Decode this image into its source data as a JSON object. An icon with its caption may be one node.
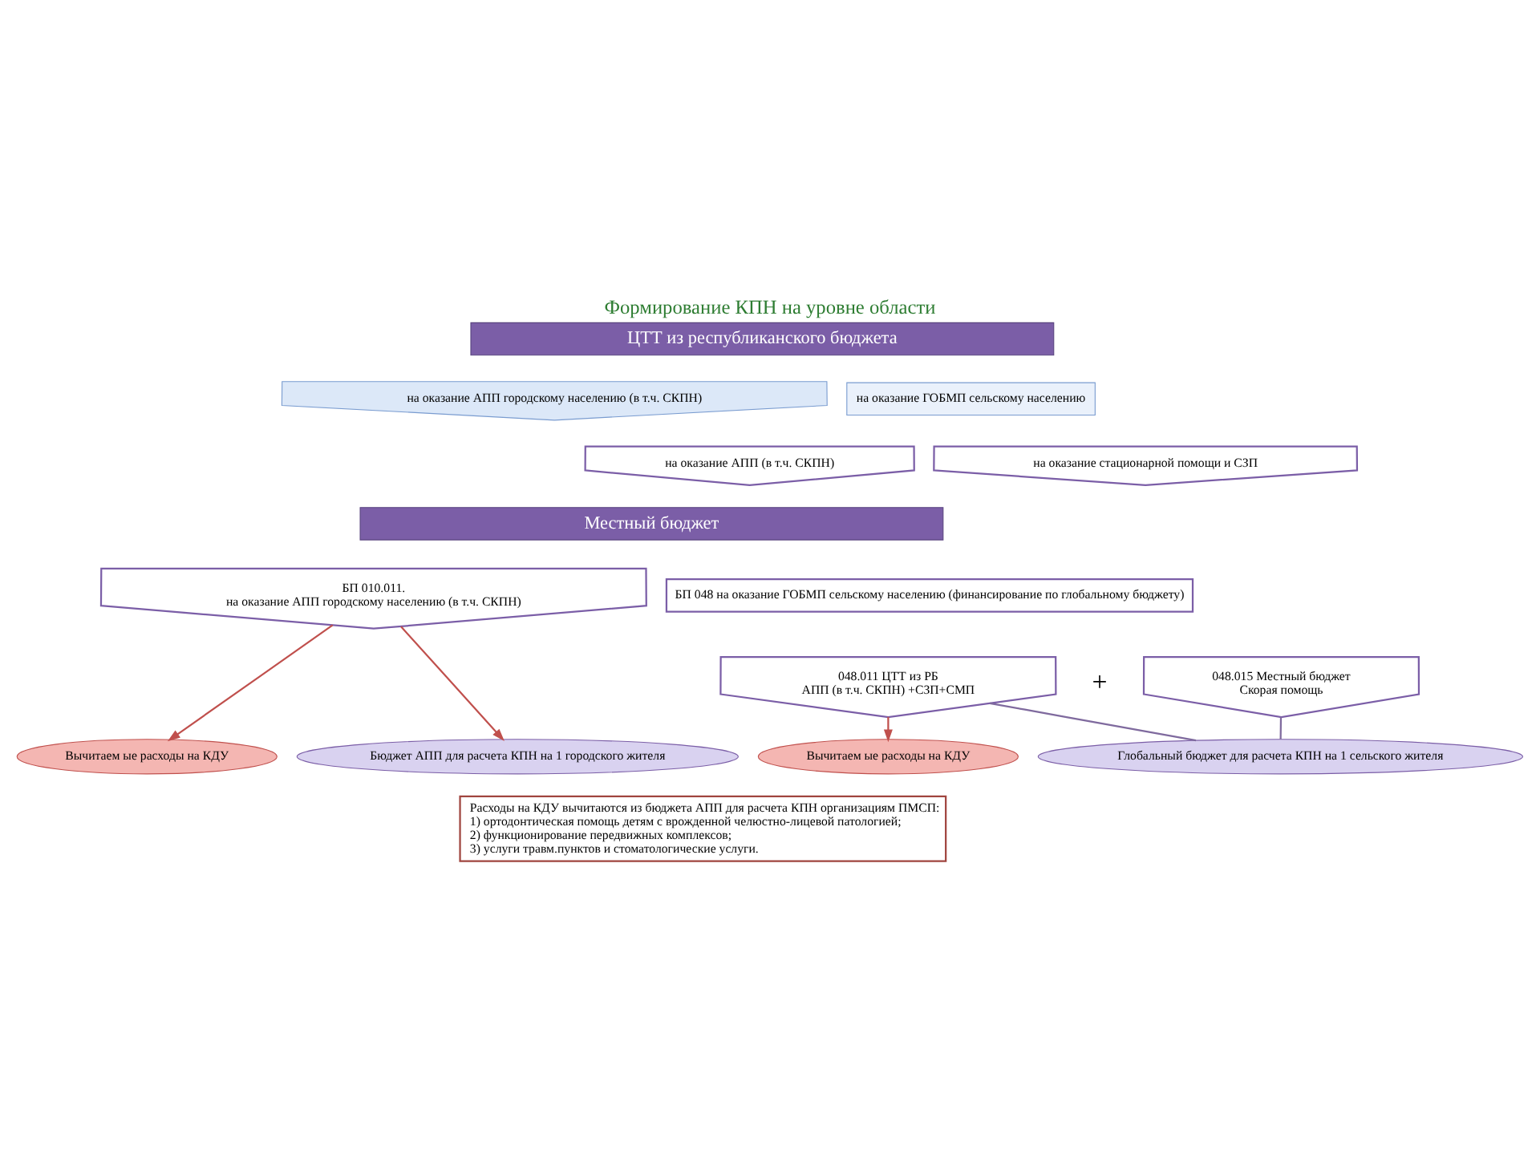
{
  "diagram": {
    "title": "Формирование КПН на уровне области",
    "nodes": [
      {
        "text": [
          "ЦТТ из республиканского бюджета"
        ]
      },
      {
        "text": [
          "на оказание АПП городскому населению (в т.ч. СКПН)"
        ]
      },
      {
        "text": [
          "на оказание ГОБМП сельскому населению"
        ]
      },
      {
        "text": [
          "на оказание АПП (в т.ч. СКПН)"
        ]
      },
      {
        "text": [
          "на оказание стационарной помощи и СЗП"
        ]
      },
      {
        "text": [
          "Местный бюджет"
        ]
      },
      {
        "text": [
          "БП 010.011.",
          "на оказание АПП городскому населению (в т.ч. СКПН)"
        ]
      },
      {
        "text": [
          "Вычитаем ые расходы на КДУ"
        ]
      },
      {
        "text": [
          "Бюджет АПП для расчета КПН на 1 городского жителя"
        ]
      },
      {
        "text": [
          "БП 048 на оказание ГОБМП сельскому населению (финансирование по глобальному бюджету)"
        ]
      },
      {
        "text": [
          "048.011 ЦТТ из РБ",
          "АПП (в т.ч. СКПН) +СЗП+СМП"
        ]
      },
      {
        "text": [
          "048.015 Местный бюджет",
          "Скорая помощь"
        ]
      },
      {
        "text": [
          "Вычитаем ые расходы на КДУ"
        ]
      },
      {
        "text": [
          "Глобальный бюджет для расчета КПН на 1 сельского жителя"
        ]
      },
      {
        "text": [
          "Расходы на КДУ вычитаются из бюджета АПП для расчета КПН организациям ПМСП:",
          "1) ортодонтическая помощь детям с врожденной челюстно-лицевой патологией;",
          "2) функционирование передвижных комплексов;",
          "3) услуги травм.пунктов и стоматологические услуги."
        ]
      }
    ],
    "edges": [
      {
        "from": 6,
        "to": 7,
        "arrow": "to"
      },
      {
        "from": 6,
        "to": 8,
        "arrow": "to"
      },
      {
        "from": 10,
        "to": 12,
        "arrow": "to"
      },
      {
        "from": 10,
        "to": 13,
        "arrow": "none",
        "color": "#7f6a9e"
      },
      {
        "from": 11,
        "to": 13,
        "arrow": "none",
        "color": "#7f6a9e"
      }
    ],
    "labels": [
      "+"
    ]
  }
}
